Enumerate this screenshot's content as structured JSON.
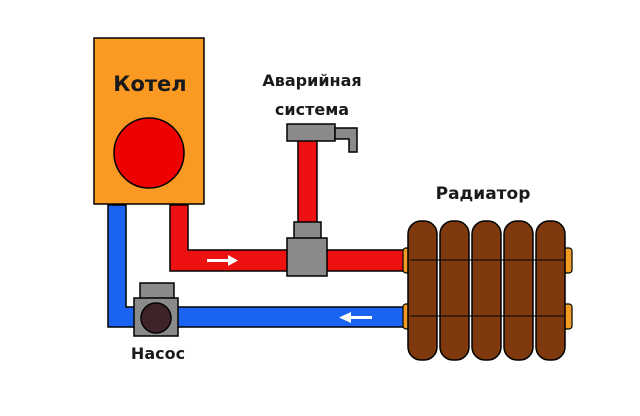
{
  "labels": {
    "boiler": "Котел",
    "emergency_line1": "Аварийная",
    "emergency_line2": "система",
    "radiator": "Радиатор",
    "pump": "Насос"
  },
  "colors": {
    "boiler": "#fa9a22",
    "burner": "#ee0000",
    "supply_pipe": "#ee1111",
    "return_pipe": "#1b64f2",
    "fitting": "#8a8a8a",
    "radiator": "#7e3a0e",
    "radiator_connector": "#f39b22",
    "arrow": "#ffffff",
    "outline": "#000000"
  },
  "icons": {
    "supply_flow": "arrow-right-icon",
    "return_flow": "arrow-left-icon"
  }
}
